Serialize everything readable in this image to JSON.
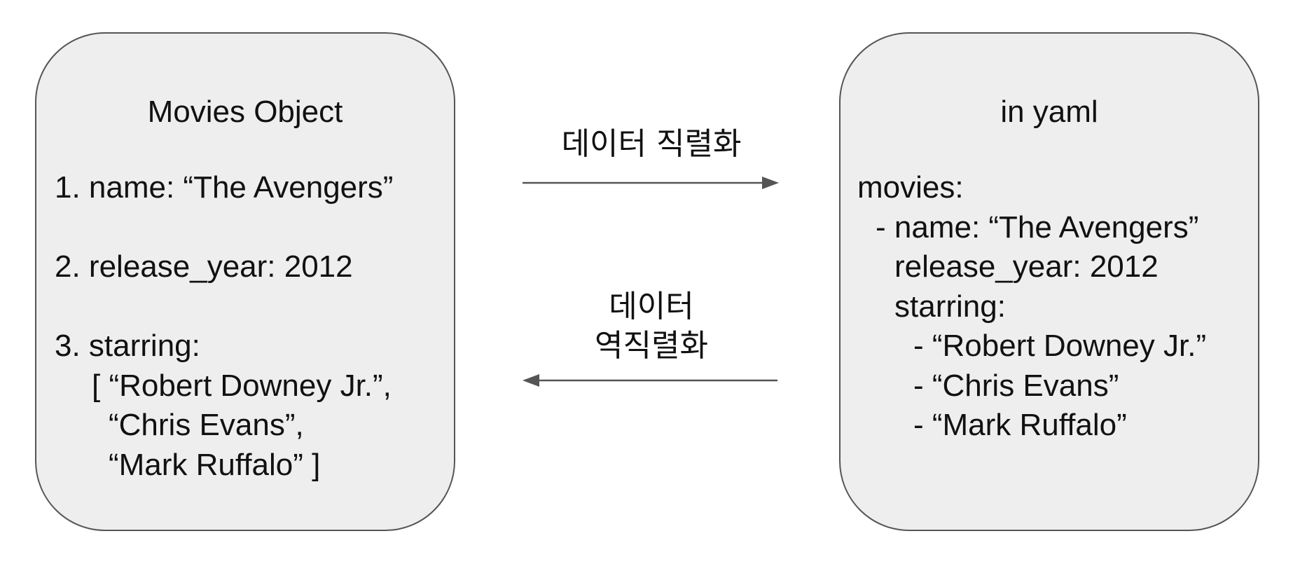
{
  "left_box": {
    "title": "Movies Object",
    "lines": [
      "1. name: “The Avengers”",
      "2. release_year: 2012",
      "3. starring:",
      "[ “Robert Downey Jr.”,",
      "“Chris Evans”,",
      "“Mark Ruffalo” ]"
    ]
  },
  "right_box": {
    "title": "in yaml",
    "lines": [
      "movies:",
      "- name: “The Avengers”",
      "release_year: 2012",
      "starring:",
      "- “Robert Downey Jr.”",
      "- “Chris Evans”",
      "- “Mark Ruffalo”"
    ]
  },
  "arrows": {
    "serialize_label": "데이터 직렬화",
    "deserialize_label_line1": "데이터",
    "deserialize_label_line2": "역직렬화"
  }
}
